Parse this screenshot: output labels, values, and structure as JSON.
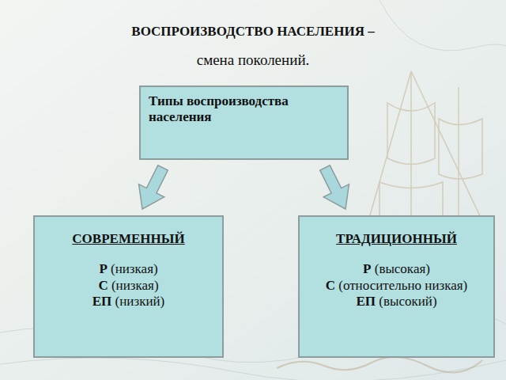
{
  "diagram": {
    "title": "ВОСПРОИЗВОДСТВО НАСЕЛЕНИЯ –",
    "nodes": [
      {
        "text": [
          "Типы воспроизводства населения"
        ]
      },
      {
        "text": [
          "СОВРЕМЕННЫЙ",
          "Р (низкая)",
          "С (низкая)",
          "ЕП (низкий)"
        ]
      },
      {
        "text": [
          "ТРАДИЦИОННЫЙ",
          "Р (высокая)",
          "С (относительно низкая)",
          "ЕП (высокий)"
        ]
      }
    ],
    "edges": [
      {
        "from": 0,
        "to": 1,
        "arrow": "to"
      },
      {
        "from": 0,
        "to": 2,
        "arrow": "to"
      }
    ],
    "labels": [
      "смена поколений."
    ]
  }
}
